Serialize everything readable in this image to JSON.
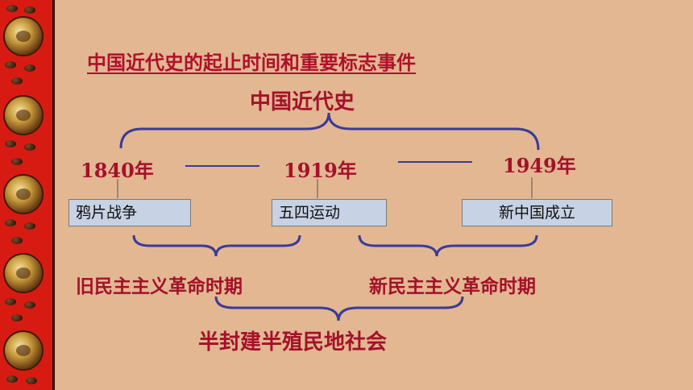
{
  "title": "中国近代史的起止时间和重要标志事件",
  "top_label": "中国近代史",
  "years": {
    "y1840": "1840年",
    "y1919": "1919年",
    "y1949": "1949年"
  },
  "events": {
    "opium_war": "鸦片战争",
    "may_fourth": "五四运动",
    "new_china": "新中国成立"
  },
  "periods": {
    "old_democratic": "旧民主主义革命时期",
    "new_democratic": "新民主主义革命时期"
  },
  "society": "半封建半殖民地社会",
  "colors": {
    "text_red": "#a5102a",
    "bracket_blue": "#3a3a9a",
    "box_fill": "#c7d2e4",
    "background": "#e2b792",
    "strip_red": "#d81b12"
  }
}
